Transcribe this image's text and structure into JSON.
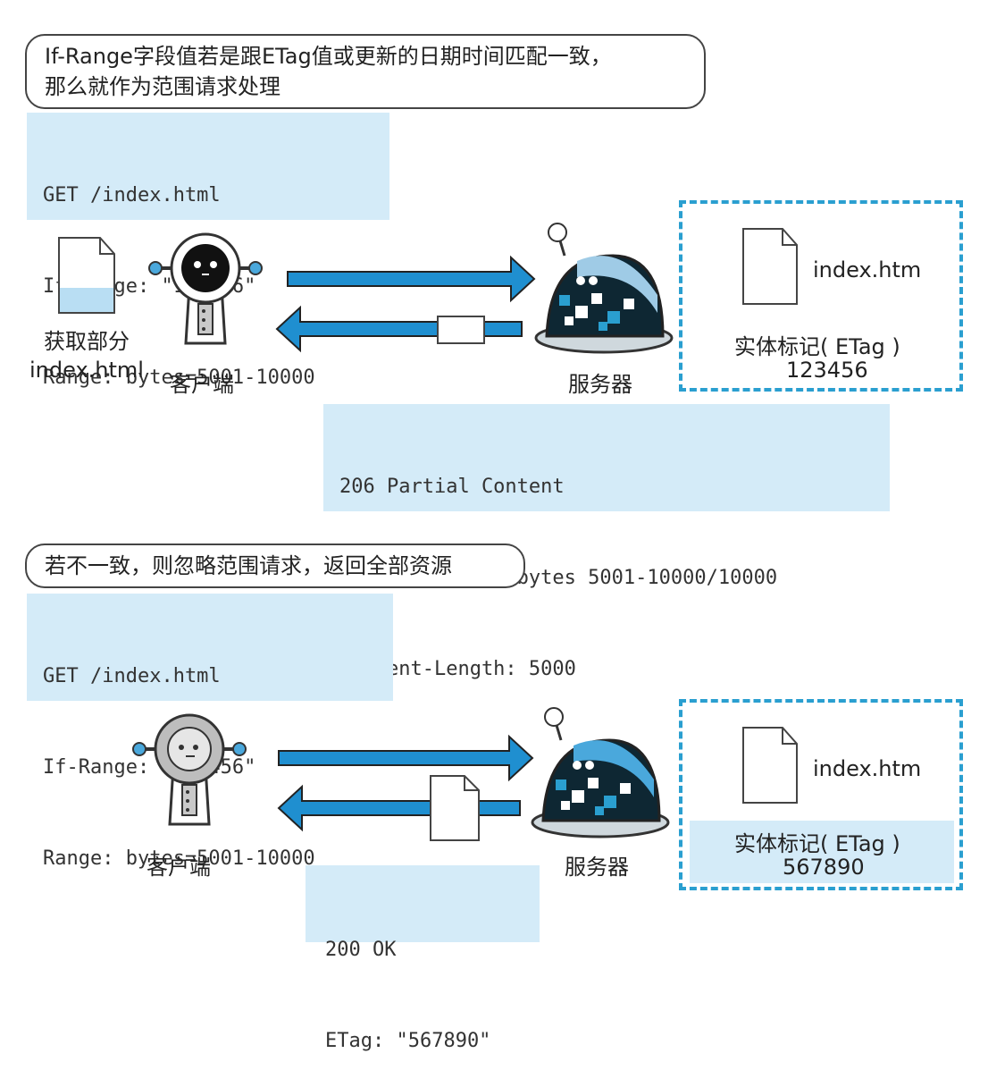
{
  "scenario_match": {
    "callout_line1": "If-Range字段值若是跟ETag值或更新的日期时间匹配一致，",
    "callout_line2": "那么就作为范围请求处理",
    "request": {
      "line1": "GET /index.html",
      "line2": "If-Range: \"123456\"",
      "line3": "Range: bytes=5001-10000"
    },
    "client_file_label_line1": "获取部分",
    "client_file_label_line2": "index.html",
    "client_label": "客户端",
    "server_label": "服务器",
    "resource": {
      "filename": "index.htm",
      "etag_label": "实体标记( ETag )",
      "etag_value": "123456"
    },
    "response": {
      "line1": "206 Partial Content",
      "line2": "Content-Range: bytes 5001-10000/10000",
      "line3": "Content-Length: 5000"
    }
  },
  "scenario_mismatch": {
    "callout": "若不一致，则忽略范围请求，返回全部资源",
    "request": {
      "line1": "GET /index.html",
      "line2": "If-Range: \"123456\"",
      "line3": "Range: bytes=5001-10000"
    },
    "client_label": "客户端",
    "server_label": "服务器",
    "resource": {
      "filename": "index.htm",
      "etag_label": "实体标记( ETag )",
      "etag_value": "567890"
    },
    "response": {
      "line1": "200 OK",
      "line2": "ETag: \"567890\""
    }
  },
  "colors": {
    "box_fill": "#d4ebf8",
    "arrow": "#1f8fd0",
    "dashed_border": "#2a9fd0"
  }
}
